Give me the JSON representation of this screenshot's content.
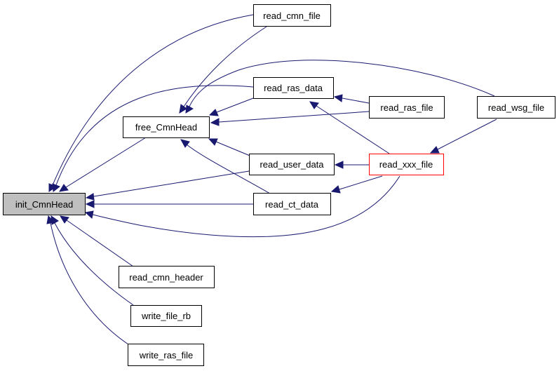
{
  "graph": {
    "nodes": {
      "init_CmnHead": "init_CmnHead",
      "free_CmnHead": "free_CmnHead",
      "read_cmn_file": "read_cmn_file",
      "read_ras_data": "read_ras_data",
      "read_ras_file": "read_ras_file",
      "read_wsg_file": "read_wsg_file",
      "read_user_data": "read_user_data",
      "read_xxx_file": "read_xxx_file",
      "read_ct_data": "read_ct_data",
      "read_cmn_header": "read_cmn_header",
      "write_file_rb": "write_file_rb",
      "write_ras_file": "write_ras_file"
    },
    "edges": [
      {
        "from": "read_cmn_file",
        "to": "init_CmnHead"
      },
      {
        "from": "read_ras_data",
        "to": "init_CmnHead"
      },
      {
        "from": "free_CmnHead",
        "to": "init_CmnHead"
      },
      {
        "from": "read_user_data",
        "to": "init_CmnHead"
      },
      {
        "from": "read_ct_data",
        "to": "init_CmnHead"
      },
      {
        "from": "read_xxx_file",
        "to": "init_CmnHead"
      },
      {
        "from": "read_cmn_header",
        "to": "init_CmnHead"
      },
      {
        "from": "write_file_rb",
        "to": "init_CmnHead"
      },
      {
        "from": "write_ras_file",
        "to": "init_CmnHead"
      },
      {
        "from": "read_cmn_file",
        "to": "free_CmnHead"
      },
      {
        "from": "read_wsg_file",
        "to": "free_CmnHead"
      },
      {
        "from": "read_ras_data",
        "to": "free_CmnHead"
      },
      {
        "from": "read_ras_file",
        "to": "free_CmnHead"
      },
      {
        "from": "read_user_data",
        "to": "free_CmnHead"
      },
      {
        "from": "read_ct_data",
        "to": "free_CmnHead"
      },
      {
        "from": "read_ras_file",
        "to": "read_ras_data"
      },
      {
        "from": "read_xxx_file",
        "to": "read_ras_data"
      },
      {
        "from": "read_xxx_file",
        "to": "read_user_data"
      },
      {
        "from": "read_xxx_file",
        "to": "read_ct_data"
      },
      {
        "from": "read_wsg_file",
        "to": "read_xxx_file"
      }
    ]
  },
  "colors": {
    "edge": "#191970",
    "root_fill": "#bfbfbf",
    "highlight_border": "#ff0000"
  }
}
